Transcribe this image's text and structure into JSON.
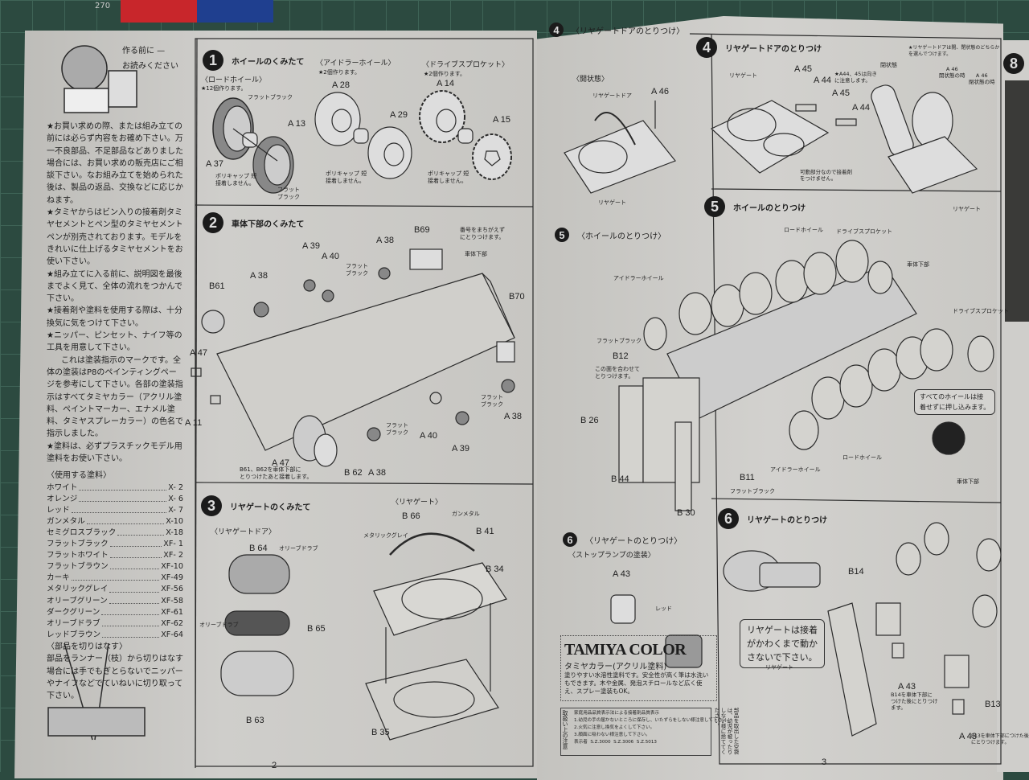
{
  "left_page": {
    "intro_title": [
      "作る前に —",
      "お読みください"
    ],
    "intro_paragraphs": [
      "★お買い求めの際、または組み立ての前には必らず内容をお確め下さい。万一不良部品、不足部品などありました場合には、お買い求めの販売店にご相談下さい。なお組み立てを始められた後は、製品の返品、交換などに応じかねます。",
      "★タミヤからはビン入りの接着剤タミヤセメントとペン型のタミヤセメントペンが別売されております。モデルをきれいに仕上げるタミヤセメントをお使い下さい。",
      "★組み立てに入る前に、説明図を最後までよく見て、全体の流れをつかんで下さい。",
      "★接着剤や塗料を使用する際は、十分換気に気をつけて下さい。",
      "★ニッパー、ピンセット、ナイフ等の工具を用意して下さい。",
      "これは塗装指示のマークです。全体の塗装はP8のペインティングページを参考にして下さい。各部の塗装指示はすべてタミヤカラー（アクリル塗料、ペイントマーカー、エナメル塗料、タミヤスプレーカラー）の色名で指示しました。",
      "★塗料は、必ずプラスチックモデル用塗料をお使い下さい。"
    ],
    "paints_heading": "〈使用する塗料〉",
    "paints": [
      {
        "name": "ホワイト",
        "code": "X- 2"
      },
      {
        "name": "オレンジ",
        "code": "X- 6"
      },
      {
        "name": "レッド",
        "code": "X- 7"
      },
      {
        "name": "ガンメタル",
        "code": "X-10"
      },
      {
        "name": "セミグロスブラック",
        "code": "X-18"
      },
      {
        "name": "フラットブラック",
        "code": "XF- 1"
      },
      {
        "name": "フラットホワイト",
        "code": "XF- 2"
      },
      {
        "name": "フラットブラウン",
        "code": "XF-10"
      },
      {
        "name": "カーキ",
        "code": "XF-49"
      },
      {
        "name": "メタリックグレイ",
        "code": "XF-56"
      },
      {
        "name": "オリーブグリーン",
        "code": "XF-58"
      },
      {
        "name": "ダークグリーン",
        "code": "XF-61"
      },
      {
        "name": "オリーブドラブ",
        "code": "XF-62"
      },
      {
        "name": "レッドブラウン",
        "code": "XF-64"
      }
    ],
    "cutting_heading": "〈部品を切りはなす〉",
    "cutting_text": "部品をランナー（枝）から切りはなす場合には手でもぎとらないでニッパーやナイフなどでていねいに切り取って下さい。",
    "page_number": "2"
  },
  "step1": {
    "num": "1",
    "title": "ホイールのくみたて",
    "road": "〈ロードホイール〉",
    "road_note": "★12個作ります。",
    "idler": "〈アイドラーホイール〉",
    "idler_note": "★2個作ります。",
    "sprocket": "〈ドライブスプロケット〉",
    "sprocket_note": "★2個作ります。",
    "labels": [
      "A 37",
      "A 13",
      "A 28",
      "A 29",
      "A 14",
      "A 15"
    ],
    "flat_black": "フラットブラック",
    "flat_black2": "フラット\nブラック",
    "polycap": "ポリキャップ 短\n接着しません。"
  },
  "step2": {
    "num": "2",
    "title": "車体下部のくみたて",
    "labels": [
      "B69",
      "A 39",
      "A 40",
      "A 38",
      "A 38",
      "B61",
      "A 47",
      "A 11",
      "A 47",
      "B 62",
      "A 38",
      "A 40",
      "A 39",
      "A 38",
      "B70"
    ],
    "flat_black": "フラット\nブラック",
    "hull": "車体下部",
    "number_note": "番号をまちがえず\nにとりつけます。",
    "b61_note": "B61、B62を車体下部に\nとりつけたあと接着します。"
  },
  "step3": {
    "num": "3",
    "title": "リヤゲートのくみたて",
    "door": "〈リヤゲートドア〉",
    "gate": "〈リヤゲート〉",
    "labels": [
      "B 64",
      "B 65",
      "B 63",
      "B 66",
      "B 41",
      "B 34",
      "B 35"
    ],
    "olive_drab": "オリーブドラブ",
    "metallic_grey": "メタリックグレイ",
    "gunmetal": "ガンメタル"
  },
  "step4a": {
    "num": "4",
    "title": "〈リヤゲートドアのとりつけ〉",
    "open": "〈開状態〉",
    "door": "リヤゲートドア",
    "a46": "A 46",
    "gate": "リヤゲート"
  },
  "step4b": {
    "num": "4",
    "title": "リヤゲートドアのとりつけ",
    "gate": "リヤゲート",
    "labels": [
      "A 45",
      "A 44",
      "A 45",
      "A 44"
    ],
    "note": "★A44、45は向き\nに注意します。",
    "movable": "可動部分なので接着剤\nをつけません。",
    "closed": "閉状態",
    "door_note": "★リヤゲートドアは開、閉状態のどちらか\nを選んでつけます。",
    "a46_open": "A 46\n開状態の時",
    "a46_closed": "A 46\n閉状態の時",
    "gate2": "リヤゲート"
  },
  "step5a": {
    "num": "5",
    "title": "〈ホイールのとりつけ〉",
    "idler": "アイドラーホイール",
    "flat_black": "フラットブラック",
    "labels": [
      "B12",
      "B 26",
      "B 44",
      "B 30",
      "B11"
    ],
    "align": "この面を合わせて\nとりつけます。"
  },
  "step5b": {
    "num": "5",
    "title": "ホイールのとりつけ",
    "road": "ロードホイール",
    "sprocket": "ドライブスプロケット",
    "hull": "車体下部",
    "idler": "アイドラーホイール",
    "bubble": "すべてのホイールは接\n着せずに押し込みます。"
  },
  "step6a": {
    "num": "6",
    "title": "〈リヤゲートのとりつけ〉",
    "lamp": "〈ストップランプの塗装〉",
    "a43": "A 43",
    "red": "レッド"
  },
  "tamiya_color": {
    "title": "TAMIYA COLOR",
    "subtitle": "タミヤカラー(アクリル塗料)",
    "text": "塗りやすい水溶性塗料です。安全性が高く筆は水洗いもできます。木や金属、発泡スチロールなど広く使え、スプレー塗装もOK。",
    "warning_side": "取扱い上の注意",
    "warning": "家庭用品品質表示法による接着剤品質表示\n1.幼児の手の届かないところに保存し、いたずらをしない様注意して下さい。\n2.火気に注意し換気をよくして下さい。\n3.顔面に吸わない様注意して下さい。\n表示者  S.Z.3000  S.Z.3006  S.Z.5013",
    "warning_right": "部品を取出した空袋は、幼児が被ったりしない様に捨ててください。"
  },
  "step6b": {
    "num": "6",
    "title": "リヤゲートのとりつけ",
    "bubble": "リヤゲートは接着\nがかわくまで動か\nさないで下さい。",
    "labels": [
      "B14",
      "A 43",
      "B13",
      "A 43"
    ],
    "gate": "リヤゲート",
    "hull": "車体下部",
    "b14_note": "B14を車体下部に\nつけた後にとりつけ\nます。",
    "b13_note": "B13を車体下部につけた後\nにとりつけます。",
    "page_number": "3"
  },
  "next_page": {
    "num": "8"
  },
  "mat_mark": "270",
  "colors": {
    "mat": "#2c4a40",
    "paper": "#cbcac6",
    "ink": "#1e1e1e"
  }
}
